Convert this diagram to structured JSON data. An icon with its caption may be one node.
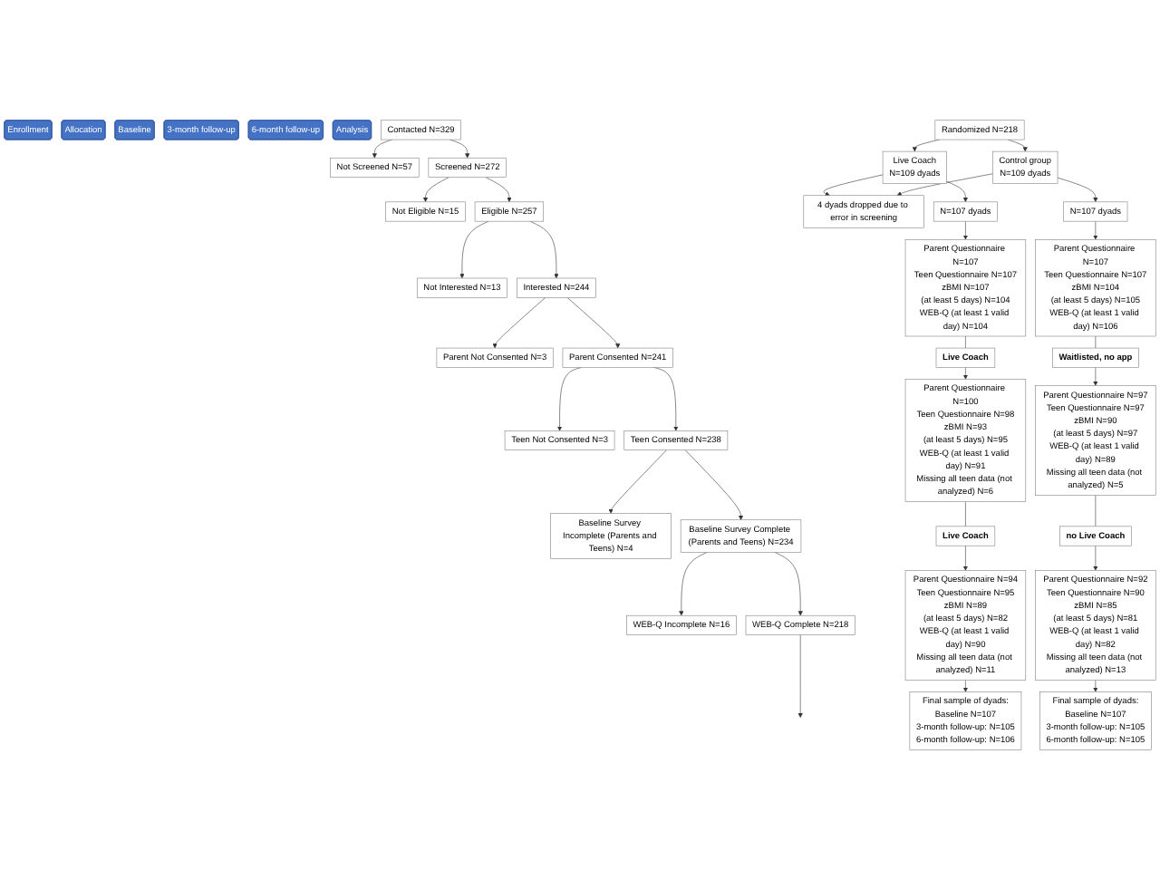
{
  "diagram": {
    "nodes": [
      {
        "text": [
          "Enrollment"
        ]
      },
      {
        "text": [
          "Contacted N=329"
        ]
      },
      {
        "text": [
          "Not Screened N=57"
        ]
      },
      {
        "text": [
          "Screened N=272"
        ]
      },
      {
        "text": [
          "Not Eligible N=15"
        ]
      },
      {
        "text": [
          "Eligible N=257"
        ]
      },
      {
        "text": [
          "Not Interested N=13"
        ]
      },
      {
        "text": [
          "Interested N=244"
        ]
      },
      {
        "text": [
          "Parent Not Consented N=3"
        ]
      },
      {
        "text": [
          "Parent Consented N=241"
        ]
      },
      {
        "text": [
          "Teen Not Consented N=3"
        ]
      },
      {
        "text": [
          "Teen Consented N=238"
        ]
      },
      {
        "text": [
          "Baseline Survey Incomplete (Parents and Teens) N=4"
        ]
      },
      {
        "text": [
          "Baseline Survey Complete (Parents and Teens) N=234"
        ]
      },
      {
        "text": [
          "WEB-Q Incomplete N=16"
        ]
      },
      {
        "text": [
          "WEB-Q Complete N=218"
        ]
      },
      {
        "text": [
          "Allocation"
        ]
      },
      {
        "text": [
          "Randomized N=218"
        ]
      },
      {
        "text": [
          "Live Coach",
          "N=109 dyads"
        ]
      },
      {
        "text": [
          "Control group",
          "N=109 dyads"
        ]
      },
      {
        "text": [
          "4 dyads dropped due to error in screening"
        ]
      },
      {
        "text": [
          "N=107 dyads"
        ]
      },
      {
        "text": [
          "N=107 dyads"
        ]
      },
      {
        "text": [
          "Baseline"
        ]
      },
      {
        "text": [
          "Parent Questionnaire N=107",
          "Teen Questionnaire N=107",
          "zBMI N=107",
          "(at least 5 days) N=104",
          "WEB-Q (at least 1 valid day) N=104"
        ]
      },
      {
        "text": [
          "Parent Questionnaire N=107",
          "Teen Questionnaire N=107",
          "zBMI N=104",
          "(at least 5 days) N=105",
          "WEB-Q (at least 1 valid day) N=106"
        ]
      },
      {
        "text": [
          "Live Coach"
        ]
      },
      {
        "text": [
          "Waitlisted, no app"
        ]
      },
      {
        "text": [
          "3-month follow-up"
        ]
      },
      {
        "text": [
          "Parent Questionnaire N=100",
          "Teen Questionnaire N=98",
          "zBMI N=93",
          "(at least 5 days) N=95",
          "WEB-Q (at least 1 valid day) N=91",
          "Missing all teen data (not analyzed) N=6"
        ]
      },
      {
        "text": [
          "Parent Questionnaire N=97",
          "Teen Questionnaire N=97",
          "zBMI N=90",
          "(at least 5 days) N=97",
          "WEB-Q (at least 1 valid day) N=89",
          "Missing all teen data (not analyzed) N=5"
        ]
      },
      {
        "text": [
          "Live Coach"
        ]
      },
      {
        "text": [
          "no Live Coach"
        ]
      },
      {
        "text": [
          "6-month follow-up"
        ]
      },
      {
        "text": [
          "Parent Questionnaire N=94",
          "Teen Questionnaire N=95",
          "zBMI N=89",
          "(at least 5 days) N=82",
          "WEB-Q (at least 1 valid day) N=90",
          "Missing all teen data (not analyzed) N=11"
        ]
      },
      {
        "text": [
          "Parent Questionnaire N=92",
          "Teen Questionnaire N=90",
          "zBMI N=85",
          "(at least 5 days) N=81",
          "WEB-Q (at least 1 valid day) N=82",
          "Missing all teen data (not analyzed) N=13"
        ]
      },
      {
        "text": [
          "Analysis"
        ]
      },
      {
        "text": [
          "Final sample of dyads:",
          "Baseline N=107",
          "3-month follow-up: N=105",
          "6-month follow-up: N=106"
        ]
      },
      {
        "text": [
          "Final sample of dyads:",
          "Baseline N=107",
          "3-month follow-up: N=105",
          "6-month follow-up: N=105"
        ]
      }
    ],
    "edges": [
      {
        "from": 1,
        "to": 3,
        "arrow": "to"
      },
      {
        "from": 1,
        "to": 2,
        "arrow": "to"
      },
      {
        "from": 3,
        "to": 5,
        "arrow": "to"
      },
      {
        "from": 3,
        "to": 4,
        "arrow": "to"
      },
      {
        "from": 5,
        "to": 7,
        "arrow": "to"
      },
      {
        "from": 5,
        "to": 6,
        "arrow": "to"
      },
      {
        "from": 7,
        "to": 9,
        "arrow": "to"
      },
      {
        "from": 7,
        "to": 8,
        "arrow": "to"
      },
      {
        "from": 9,
        "to": 11,
        "arrow": "to"
      },
      {
        "from": 9,
        "to": 10,
        "arrow": "to"
      },
      {
        "from": 11,
        "to": 13,
        "arrow": "to"
      },
      {
        "from": 11,
        "to": 12,
        "arrow": "to"
      },
      {
        "from": 13,
        "to": 15,
        "arrow": "to"
      },
      {
        "from": 13,
        "to": 14,
        "arrow": "to"
      },
      {
        "from": 15,
        "to": null,
        "arrow": "to"
      },
      {
        "from": 17,
        "to": 18,
        "arrow": "to"
      },
      {
        "from": 17,
        "to": 19,
        "arrow": "to"
      },
      {
        "from": 18,
        "to": 21,
        "arrow": "to"
      },
      {
        "from": 18,
        "to": 20,
        "arrow": "to"
      },
      {
        "from": 19,
        "to": 22,
        "arrow": "to"
      },
      {
        "from": 19,
        "to": 20,
        "arrow": "to"
      },
      {
        "from": 21,
        "to": 24,
        "arrow": "to"
      },
      {
        "from": 22,
        "to": 25,
        "arrow": "to"
      },
      {
        "from": 24,
        "to": 26,
        "arrow": "none"
      },
      {
        "from": 26,
        "to": 29,
        "arrow": "to"
      },
      {
        "from": 25,
        "to": 27,
        "arrow": "none"
      },
      {
        "from": 27,
        "to": 30,
        "arrow": "to"
      },
      {
        "from": 29,
        "to": 31,
        "arrow": "none"
      },
      {
        "from": 31,
        "to": 34,
        "arrow": "to"
      },
      {
        "from": 30,
        "to": 32,
        "arrow": "none"
      },
      {
        "from": 32,
        "to": 35,
        "arrow": "to"
      },
      {
        "from": 34,
        "to": 37,
        "arrow": "to"
      },
      {
        "from": 35,
        "to": 38,
        "arrow": "to"
      }
    ]
  }
}
